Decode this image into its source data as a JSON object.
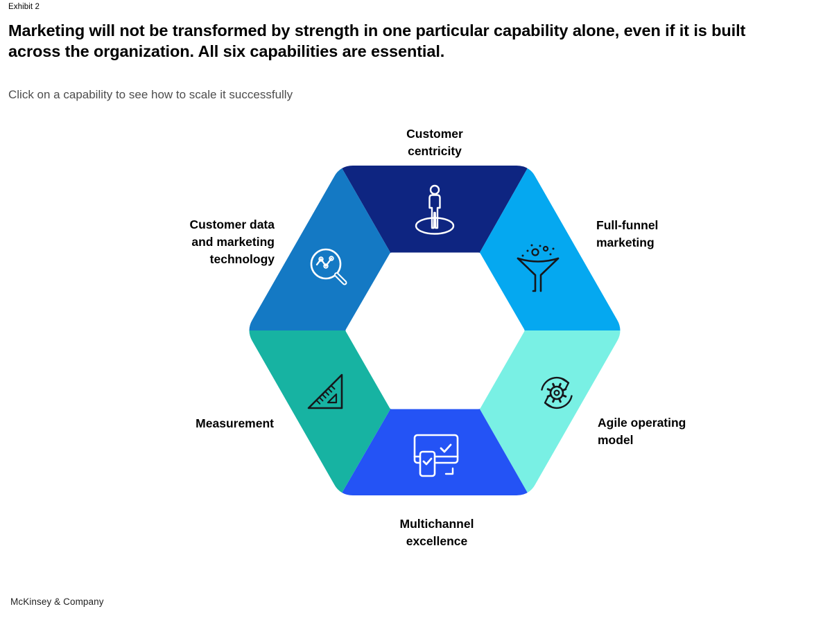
{
  "exhibit_label": "Exhibit 2",
  "header": {
    "title_lines": [
      "Marketing will not be transformed by strength in one particular capability alone, even if it is built",
      "across the organization. All six capabilities are essential."
    ],
    "subtitle": "Click on a capability to see how to scale it successfully"
  },
  "hexagon": {
    "segments": [
      {
        "id": "customer-centricity",
        "label_lines": [
          "Customer",
          "centricity"
        ],
        "color": "#0e2581",
        "icon": "person-spotlight-icon",
        "icon_color": "#ffffff"
      },
      {
        "id": "full-funnel-marketing",
        "label_lines": [
          "Full-funnel",
          "marketing"
        ],
        "color": "#05a8f0",
        "icon": "funnel-icon",
        "icon_color": "#16161a"
      },
      {
        "id": "agile-operating-model",
        "label_lines": [
          "Agile operating",
          "model"
        ],
        "color": "#79f0e4",
        "icon": "gear-cycle-icon",
        "icon_color": "#16161a"
      },
      {
        "id": "multichannel-excellence",
        "label_lines": [
          "Multichannel",
          "excellence"
        ],
        "color": "#2453f5",
        "icon": "devices-check-icon",
        "icon_color": "#ffffff"
      },
      {
        "id": "measurement",
        "label_lines": [
          "Measurement"
        ],
        "color": "#17b3a2",
        "icon": "set-square-icon",
        "icon_color": "#16161a"
      },
      {
        "id": "customer-data-martech",
        "label_lines": [
          "Customer data",
          "and marketing",
          "technology"
        ],
        "color": "#1479c4",
        "icon": "magnifier-chart-icon",
        "icon_color": "#ffffff"
      }
    ]
  },
  "footer": {
    "brand": "McKinsey & Company"
  }
}
